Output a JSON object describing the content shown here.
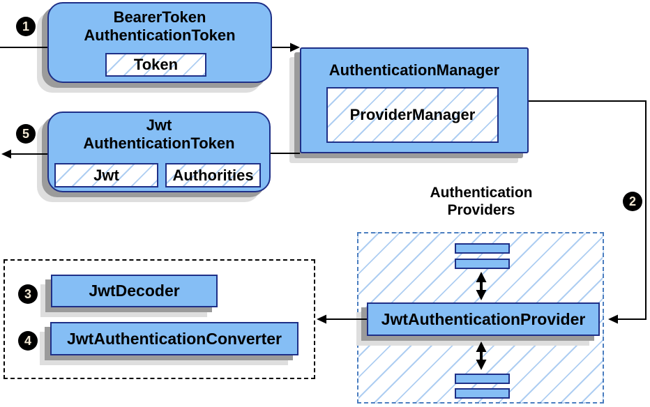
{
  "diagram": {
    "title": "JWT authentication flow diagram",
    "colors": {
      "node_fill": "#85bef5",
      "node_border": "#1e2f87",
      "hatch_line": "#aecef2",
      "providers_dash_border": "#4a7dbf",
      "group_dash_border": "#000000",
      "connector": "#000000",
      "shadow_dark": "#9b9b9b",
      "shadow_light": "#dedede",
      "badge_bg": "#000000",
      "badge_text": "#f3e9d4"
    },
    "badges": {
      "b1": "1",
      "b2": "2",
      "b3": "3",
      "b4": "4",
      "b5": "5"
    },
    "nodes": {
      "bearer_token": {
        "line1": "BearerToken",
        "line2": "AuthenticationToken",
        "chip": "Token"
      },
      "authentication_manager": {
        "title": "AuthenticationManager",
        "chip": "ProviderManager"
      },
      "jwt_authentication_token": {
        "line1": "Jwt",
        "line2": "AuthenticationToken",
        "chips": [
          "Jwt",
          "Authorities"
        ]
      },
      "providers_group": {
        "label_line1": "Authentication",
        "label_line2": "Providers"
      },
      "jwt_authentication_provider": {
        "title": "JwtAuthenticationProvider"
      },
      "jwt_decoder": {
        "title": "JwtDecoder"
      },
      "jwt_authentication_converter": {
        "title": "JwtAuthenticationConverter"
      }
    }
  }
}
